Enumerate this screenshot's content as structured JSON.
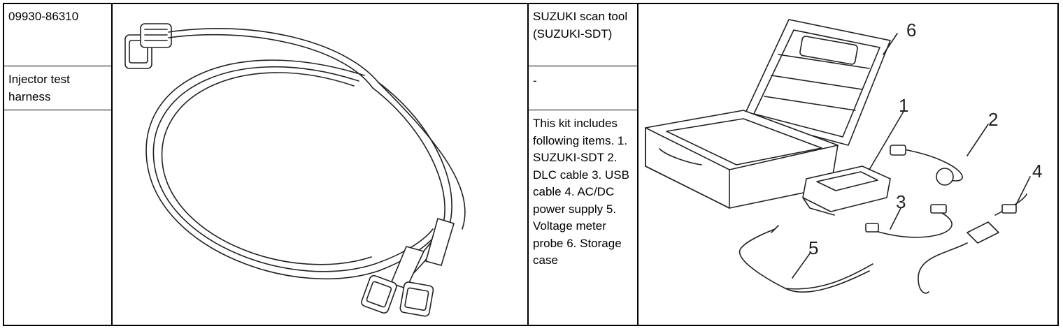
{
  "left_tool": {
    "part_number": "09930-86310",
    "name": "Injector test harness"
  },
  "right_tool": {
    "name": "SUZUKI scan tool (SUZUKI-SDT)",
    "part_number": "-",
    "description": "This kit includes following items. 1. SUZUKI-SDT 2. DLC cable 3. USB cable 4. AC/DC power supply 5. Voltage meter probe 6. Storage case"
  },
  "callouts": [
    "1",
    "2",
    "3",
    "4",
    "5",
    "6"
  ]
}
